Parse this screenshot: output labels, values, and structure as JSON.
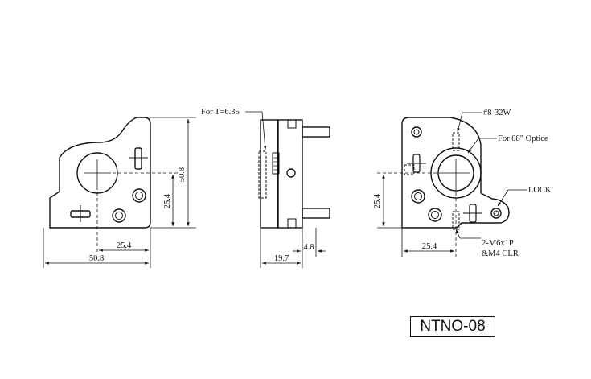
{
  "front_view": {
    "dim_width": "50.8",
    "dim_height": "50.8",
    "dim_center_x": "25.4",
    "dim_center_y": "25.4"
  },
  "side_view": {
    "label_thickness": "For T=6.35",
    "dim_depth": "19.7",
    "dim_plate": "4.8"
  },
  "back_view": {
    "label_screw": "#8-32W",
    "label_optics": "For 08\" Optice",
    "label_lock": "LOCK",
    "label_thread_1": "2-M6x1P",
    "label_thread_2": "&M4 CLR",
    "dim_center_x": "25.4",
    "dim_center_y": "25.4"
  },
  "model": {
    "name": "NTNO-08"
  }
}
